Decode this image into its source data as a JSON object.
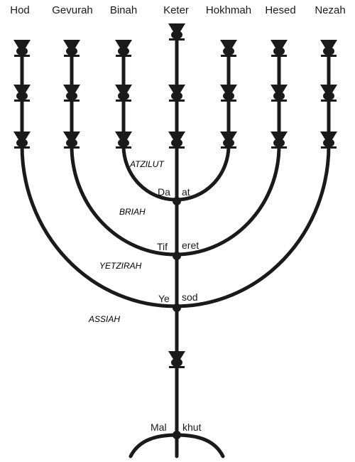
{
  "branches": {
    "hod": "Hod",
    "gevurah": "Gevurah",
    "binah": "Binah",
    "keter": "Keter",
    "hokhmah": "Hokhmah",
    "hesed": "Hesed",
    "nezah": "Nezah"
  },
  "nodes": {
    "daat_left": "Da",
    "daat_right": "at",
    "tiferet_left": "Tif",
    "tiferet_right": "eret",
    "yesod_left": "Ye",
    "yesod_right": "sod",
    "malkhut_left": "Mal",
    "malkhut_right": "khut"
  },
  "worlds": {
    "atzilut": "ATZILUT",
    "briah": "BRIAH",
    "yetzirah": "YETZIRAH",
    "assiah": "ASSIAH"
  },
  "colors": {
    "ink": "#1a1a1a",
    "background": "#ffffff"
  }
}
